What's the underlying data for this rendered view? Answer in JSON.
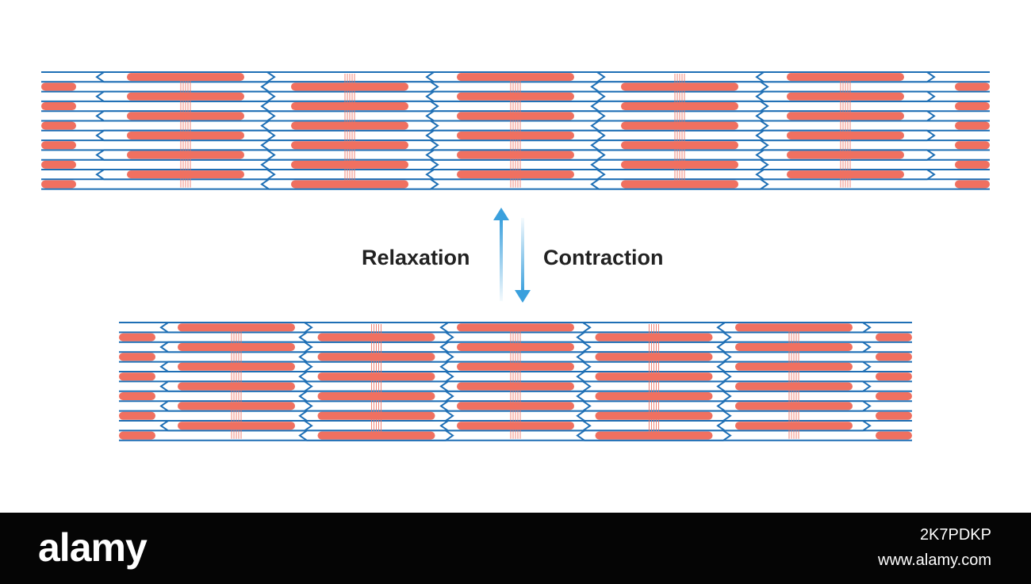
{
  "diagram": {
    "relaxation_label": "Relaxation",
    "contraction_label": "Contraction",
    "colors": {
      "thin_filament": "#1e6fb5",
      "thick_filament": "#f07060",
      "arrow": "#3aa0dd",
      "label": "#222222"
    },
    "sarcomere_states": [
      {
        "state": "relaxed",
        "units": 5
      },
      {
        "state": "contracted",
        "units": 5
      }
    ]
  },
  "footer": {
    "logo": "alamy",
    "image_id": "2K7PDKP",
    "url": "www.alamy.com"
  }
}
